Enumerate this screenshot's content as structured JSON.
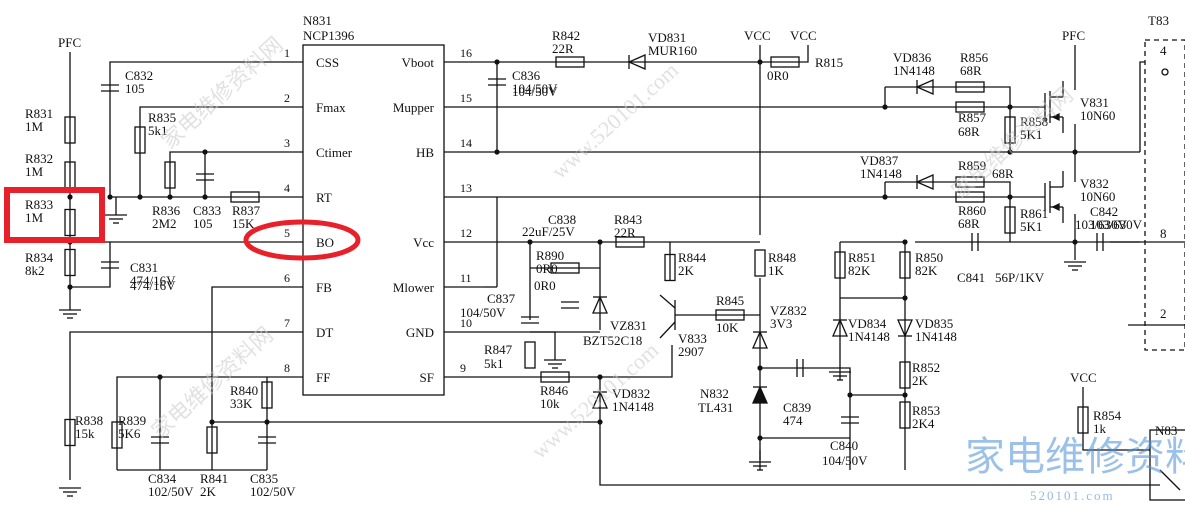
{
  "ic": {
    "ref": "N831",
    "part": "NCP1396",
    "pins_left": [
      {
        "num": "1",
        "name": "CSS"
      },
      {
        "num": "2",
        "name": "Fmax"
      },
      {
        "num": "3",
        "name": "Ctimer"
      },
      {
        "num": "4",
        "name": "RT"
      },
      {
        "num": "5",
        "name": "BO"
      },
      {
        "num": "6",
        "name": "FB"
      },
      {
        "num": "7",
        "name": "DT"
      },
      {
        "num": "8",
        "name": "FF"
      }
    ],
    "pins_right": [
      {
        "num": "16",
        "name": "Vboot"
      },
      {
        "num": "15",
        "name": "Mupper"
      },
      {
        "num": "14",
        "name": "HB"
      },
      {
        "num": "13",
        "name": ""
      },
      {
        "num": "12",
        "name": "Vcc"
      },
      {
        "num": "11",
        "name": "Mlower"
      },
      {
        "num": "10",
        "name": "GND"
      },
      {
        "num": "9",
        "name": "SF"
      }
    ]
  },
  "nets": {
    "pfc": "PFC",
    "vcc": "VCC"
  },
  "labels": {
    "R831": [
      "R831",
      "1M"
    ],
    "R832": [
      "R832",
      "1M"
    ],
    "R833": [
      "R833",
      "1M"
    ],
    "R834": [
      "R834",
      "8k2"
    ],
    "C831": [
      "C831",
      "474/16V"
    ],
    "C832": [
      "C832",
      "105"
    ],
    "R835": [
      "R835",
      "5k1"
    ],
    "R836": [
      "R836",
      "2M2"
    ],
    "C833": [
      "C833",
      "105"
    ],
    "R837": [
      "R837",
      "15K"
    ],
    "R838": [
      "R838",
      "15k"
    ],
    "R839": [
      "R839",
      "5K6"
    ],
    "C834": [
      "C834",
      "102/50V"
    ],
    "R841": [
      "R841",
      "2K"
    ],
    "C835": [
      "C835",
      "102/50V"
    ],
    "R840": [
      "R840",
      "33K"
    ],
    "R842": [
      "R842",
      "22R"
    ],
    "VD831": [
      "VD831",
      "MUR160"
    ],
    "C836": [
      "C836",
      "104/50V"
    ],
    "R815": [
      "R815",
      "0R0"
    ],
    "VD836": [
      "VD836",
      "1N4148"
    ],
    "R856": [
      "R856",
      "68R"
    ],
    "R857": [
      "R857",
      "68R"
    ],
    "R858": [
      "R858",
      "5K1"
    ],
    "V831": [
      "V831",
      "10N60"
    ],
    "VD837": [
      "VD837",
      "1N4148"
    ],
    "R859": [
      "R859",
      "68R"
    ],
    "R860": [
      "R860",
      "68R"
    ],
    "R861": [
      "R861",
      "5K1"
    ],
    "V832": [
      "V832",
      "10N60"
    ],
    "C842": [
      "C842",
      "103/630V"
    ],
    "C841": [
      "C841",
      "56P/1KV"
    ],
    "C838": [
      "C838",
      "22uF/25V"
    ],
    "R843": [
      "R843",
      "22R"
    ],
    "R890": [
      "R890",
      "0R0"
    ],
    "VZ831": [
      "VZ831",
      "BZT52C18"
    ],
    "C837": [
      "C837",
      "104/50V"
    ],
    "R847": [
      "R847",
      "5k1"
    ],
    "R846": [
      "R846",
      "10k"
    ],
    "VD832": [
      "VD832",
      "1N4148"
    ],
    "R844": [
      "R844",
      "2K"
    ],
    "V833": [
      "V833",
      "2907"
    ],
    "R845": [
      "R845",
      "10K"
    ],
    "R848": [
      "R848",
      "1K"
    ],
    "VZ832": [
      "VZ832",
      "3V3"
    ],
    "N832": [
      "N832",
      "TL431"
    ],
    "C839": [
      "C839",
      "474"
    ],
    "C840": [
      "C840",
      "104/50V"
    ],
    "R851": [
      "R851",
      "82K"
    ],
    "R850": [
      "R850",
      "82K"
    ],
    "VD834": [
      "VD834",
      "1N4148"
    ],
    "VD835": [
      "VD835",
      "1N4148"
    ],
    "R852": [
      "R852",
      "2K"
    ],
    "R853": [
      "R853",
      "2K4"
    ],
    "R854": [
      "R854",
      "1k"
    ],
    "T831": [
      "T83"
    ],
    "N83x": [
      "N83"
    ],
    "T_pin4": "4",
    "T_pin8": "8",
    "T_pin2": "2"
  },
  "watermark": {
    "brand": "家电维修资料网",
    "site": "520101.com",
    "diag": [
      "家电维修资料网",
      "www.520101.com"
    ]
  },
  "highlight_color": "#e8202a"
}
